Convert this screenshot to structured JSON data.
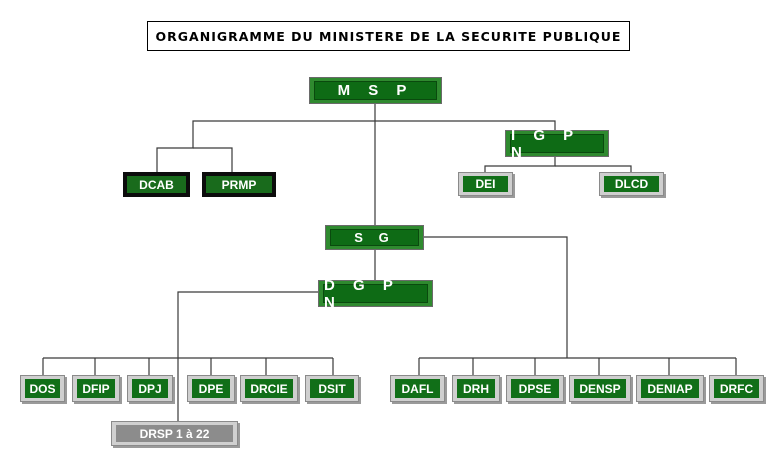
{
  "title": "ORGANIGRAMME DU MINISTERE DE LA SECURITE PUBLIQUE",
  "nodes": {
    "msp": "M S P",
    "igpn": "I G P N",
    "dcab": "DCAB",
    "prmp": "PRMP",
    "dei": "DEI",
    "dlcd": "DLCD",
    "sg": "S G",
    "dgpn": "D G P N",
    "dos": "DOS",
    "dfip": "DFIP",
    "dpj": "DPJ",
    "dpe": "DPE",
    "drcie": "DRCIE",
    "dsit": "DSIT",
    "dafl": "DAFL",
    "drh": "DRH",
    "dpse": "DPSE",
    "densp": "DENSP",
    "deniap": "DENIAP",
    "drfc": "DRFC",
    "drsp": "DRSP 1 à 22"
  }
}
